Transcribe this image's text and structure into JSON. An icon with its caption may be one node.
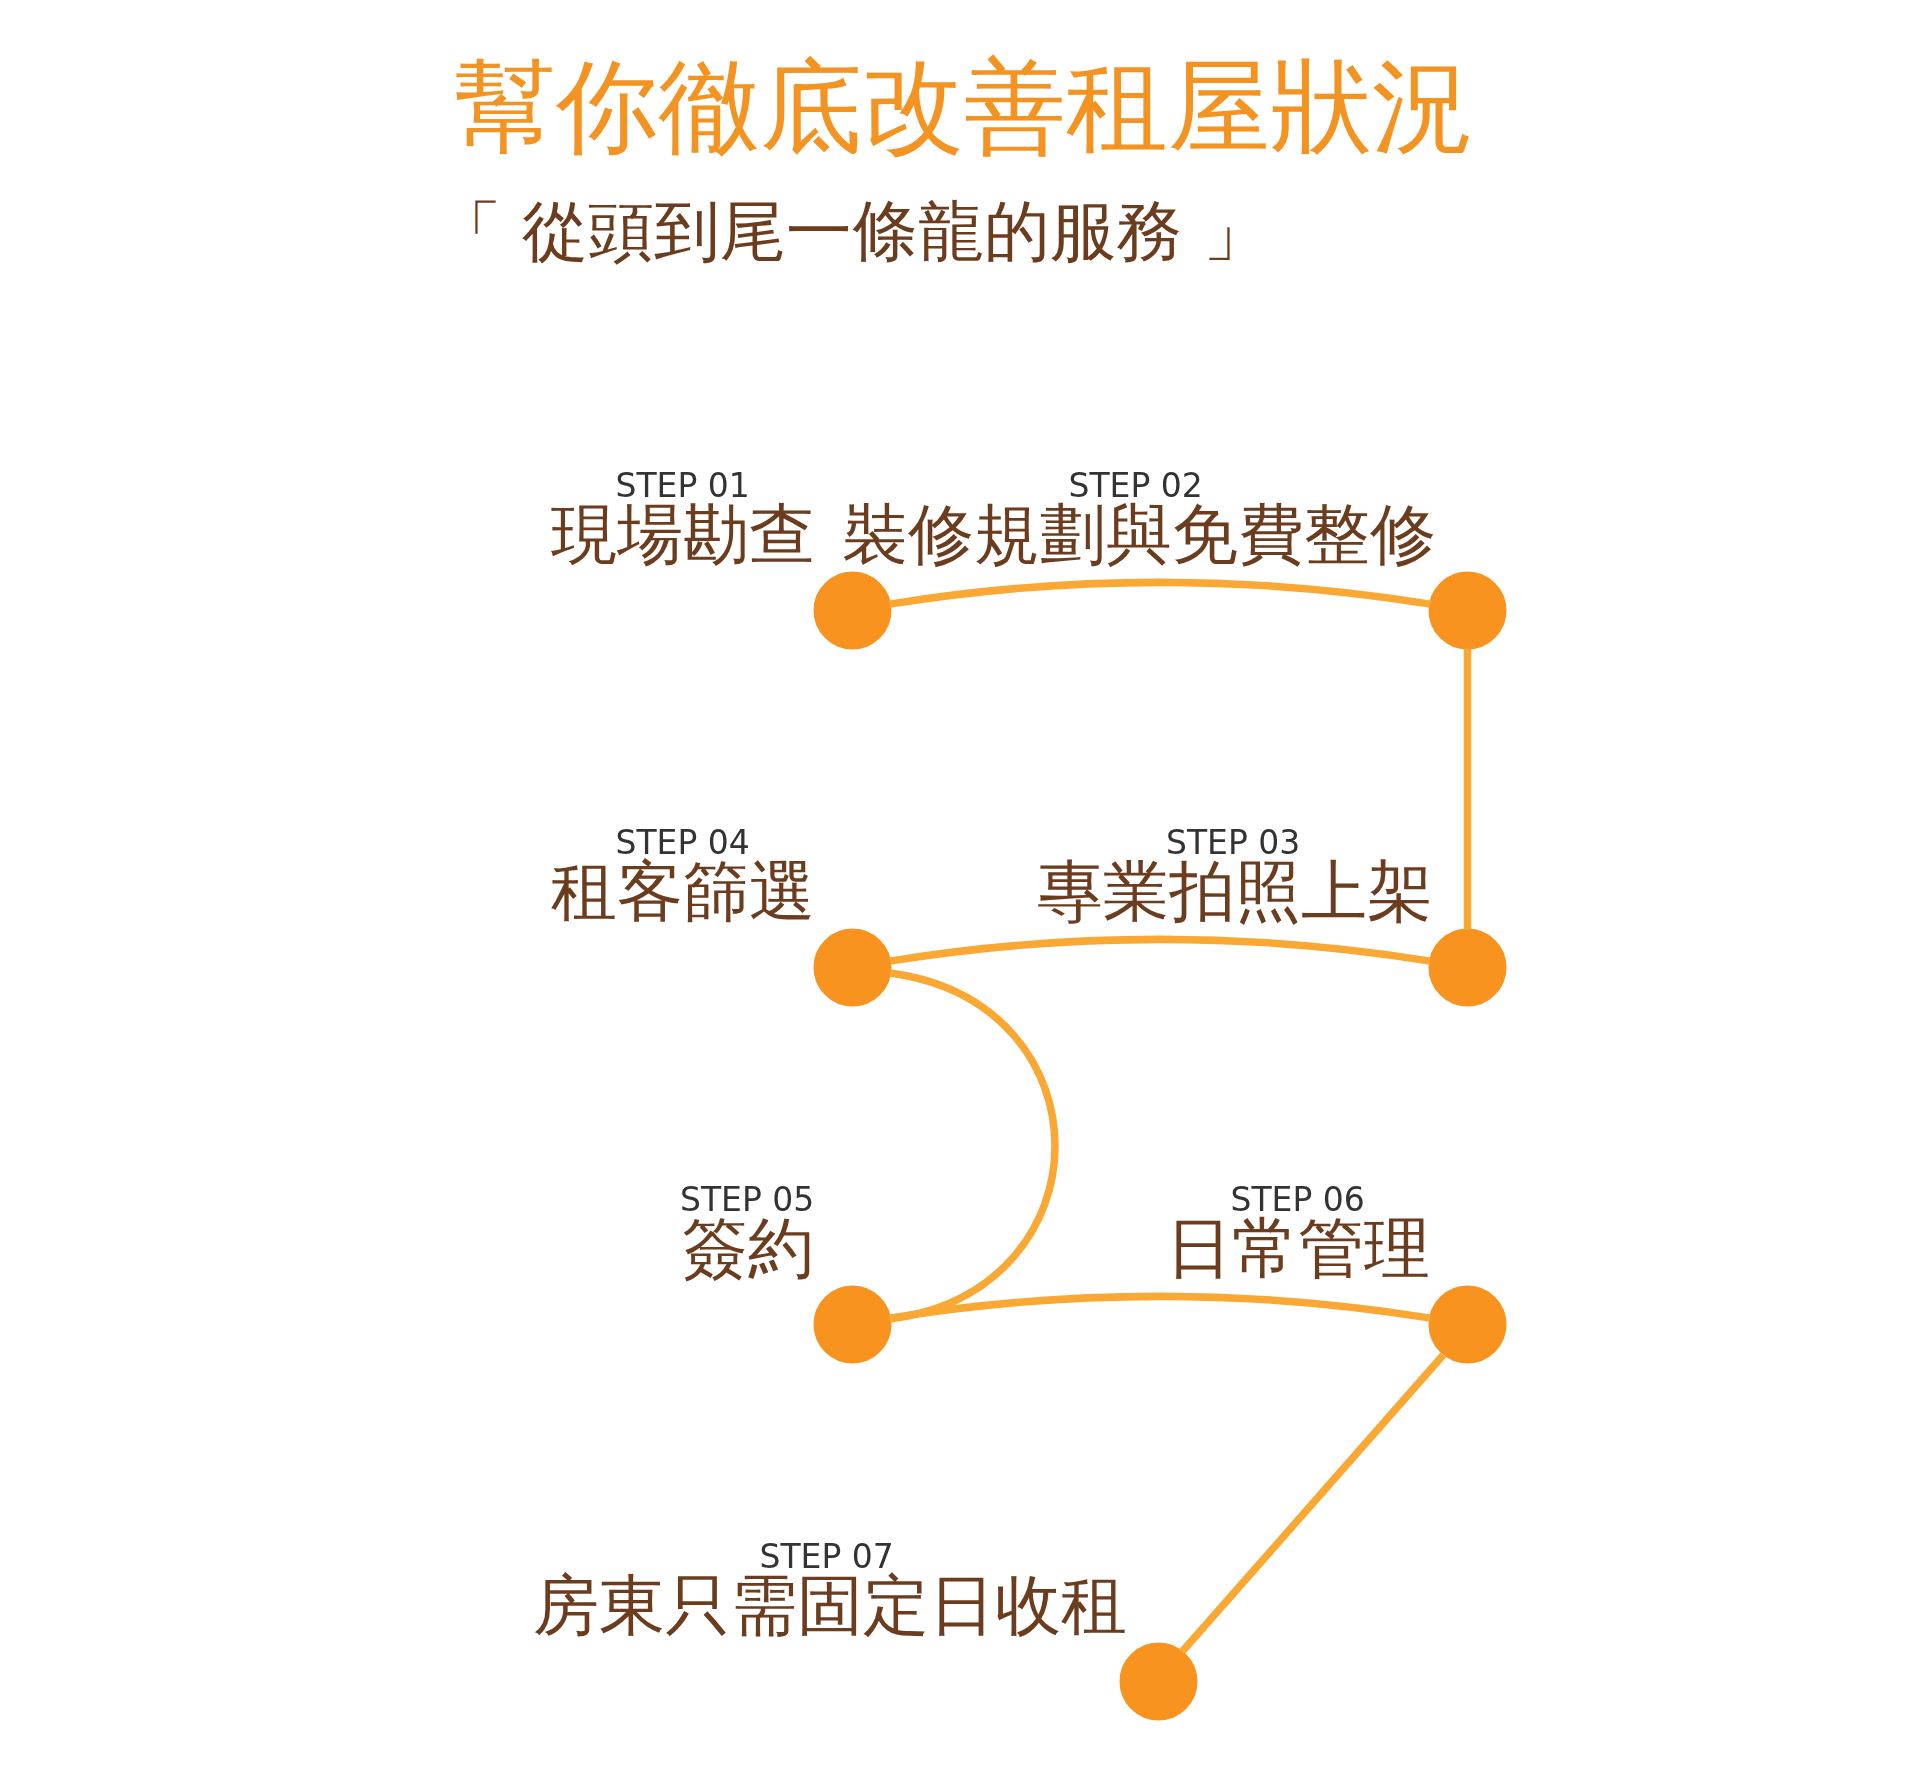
{
  "diagram": {
    "title": "幫你徹底改善租屋狀況",
    "nodes": [
      {
        "text": [
          "STEP 01",
          "現場勘查"
        ]
      },
      {
        "text": [
          "STEP 02",
          "裝修規劃與免費整修"
        ]
      },
      {
        "text": [
          "STEP 03",
          "專業拍照上架"
        ]
      },
      {
        "text": [
          "STEP 04",
          "租客篩選"
        ]
      },
      {
        "text": [
          "STEP 05",
          "簽約"
        ]
      },
      {
        "text": [
          "STEP 06",
          "日常管理"
        ]
      },
      {
        "text": [
          "STEP 07",
          "房東只需固定日收租"
        ]
      }
    ],
    "edges": [
      {
        "from": 0,
        "to": 1,
        "arrow": "none"
      },
      {
        "from": 1,
        "to": 2,
        "arrow": "none"
      },
      {
        "from": 2,
        "to": 3,
        "arrow": "none"
      },
      {
        "from": 3,
        "to": 4,
        "arrow": "none"
      },
      {
        "from": 4,
        "to": 5,
        "arrow": "none"
      },
      {
        "from": 5,
        "to": 6,
        "arrow": "none"
      }
    ],
    "labels": [
      "「 從頭到尾一條龍的服務 」"
    ]
  }
}
